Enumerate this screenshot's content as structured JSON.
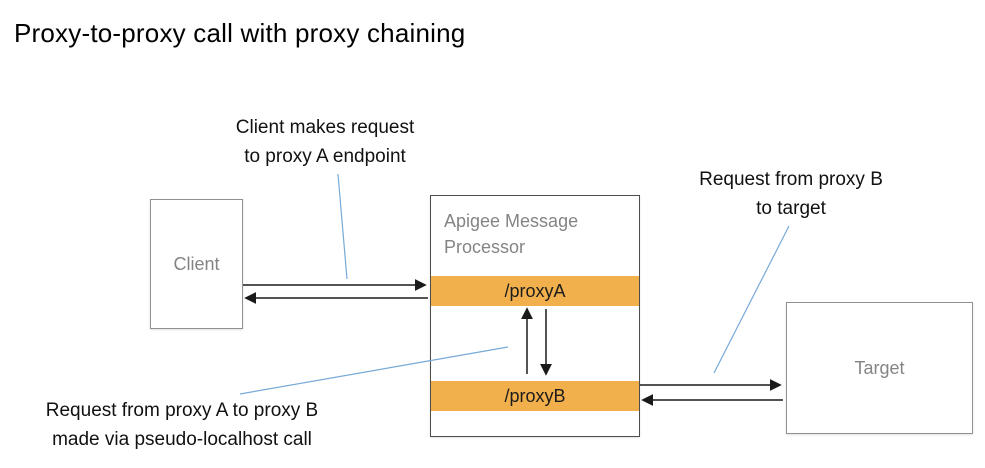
{
  "title": "Proxy-to-proxy call with proxy chaining",
  "colors": {
    "bar": "#F2B04D",
    "leader": "#76A9D8",
    "box_border": "#919191",
    "processor_border": "#4D4D4D",
    "box_label": "#848484",
    "text": "#111111"
  },
  "nodes": {
    "client": {
      "label": "Client"
    },
    "processor": {
      "label": "Apigee Message Processor"
    },
    "proxy_a": {
      "label": "/proxyA"
    },
    "proxy_b": {
      "label": "/proxyB"
    },
    "target": {
      "label": "Target"
    }
  },
  "annotations": {
    "client_request": {
      "line1": "Client makes request",
      "line2": "to proxy A endpoint"
    },
    "target_request": {
      "line1": "Request from proxy B",
      "line2": "to target"
    },
    "chain_request": {
      "line1": "Request from proxy A to proxy B",
      "line2": "made via pseudo-localhost call"
    }
  }
}
